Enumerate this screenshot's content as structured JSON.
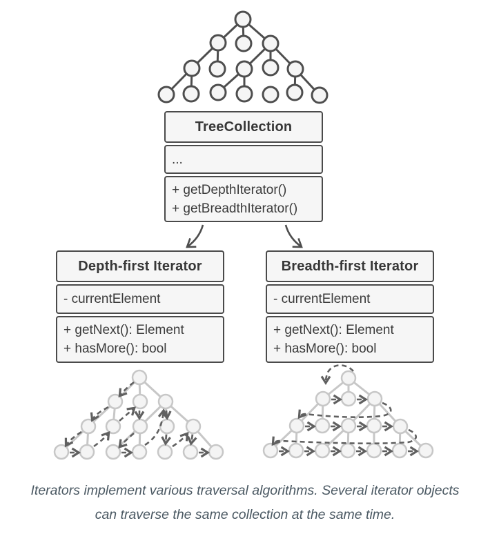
{
  "uml": {
    "tree_collection": {
      "title": "TreeCollection",
      "body": "...",
      "methods": [
        "+ getDepthIterator()",
        "+ getBreadthIterator()"
      ]
    },
    "depth_iterator": {
      "title": "Depth-first Iterator",
      "attributes": [
        "- currentElement"
      ],
      "methods": [
        "+ getNext(): Element",
        "+ hasMore(): bool"
      ]
    },
    "breadth_iterator": {
      "title": "Breadth-first Iterator",
      "attributes": [
        "- currentElement"
      ],
      "methods": [
        "+ getNext(): Element",
        "+ hasMore(): bool"
      ]
    }
  },
  "caption": {
    "text": "Iterators implement various traversal algorithms. Several iterator objects\ncan traverse the same collection at the same time."
  },
  "colors": {
    "background": "#ffffff",
    "box_border": "#4a4a4a",
    "box_fill": "#f6f6f6",
    "box_text": "#3b3b3b",
    "dark_tree_stroke": "#4e4e4e",
    "dark_tree_node_fill": "#f5f5f5",
    "light_tree_stroke": "#c7c7c7",
    "light_tree_node_fill": "#f4f4f4",
    "traversal_arrow": "#606060",
    "caption_text": "#4a5862"
  }
}
